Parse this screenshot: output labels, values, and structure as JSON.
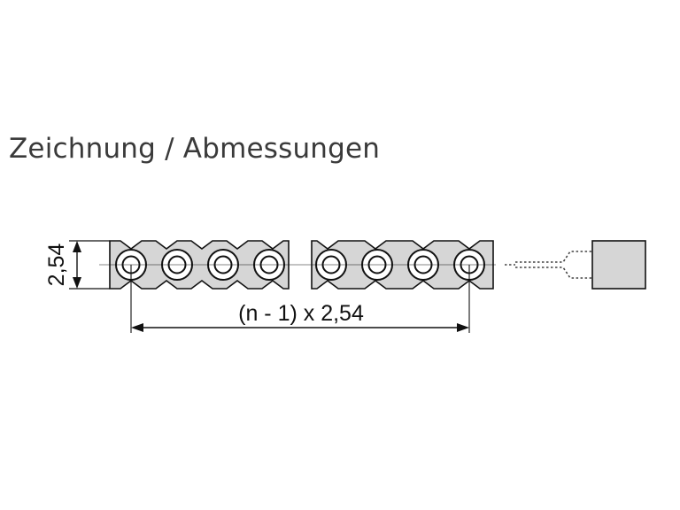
{
  "heading": "Zeichnung / Abmessungen",
  "dimensions": {
    "height_label": "2,54",
    "length_label": "(n - 1) x 2,54"
  },
  "colors": {
    "body_fill": "#d6d6d6",
    "line": "#111111",
    "heading": "#3a3a3a"
  },
  "sockets": {
    "left_group": 4,
    "right_group": 4
  }
}
